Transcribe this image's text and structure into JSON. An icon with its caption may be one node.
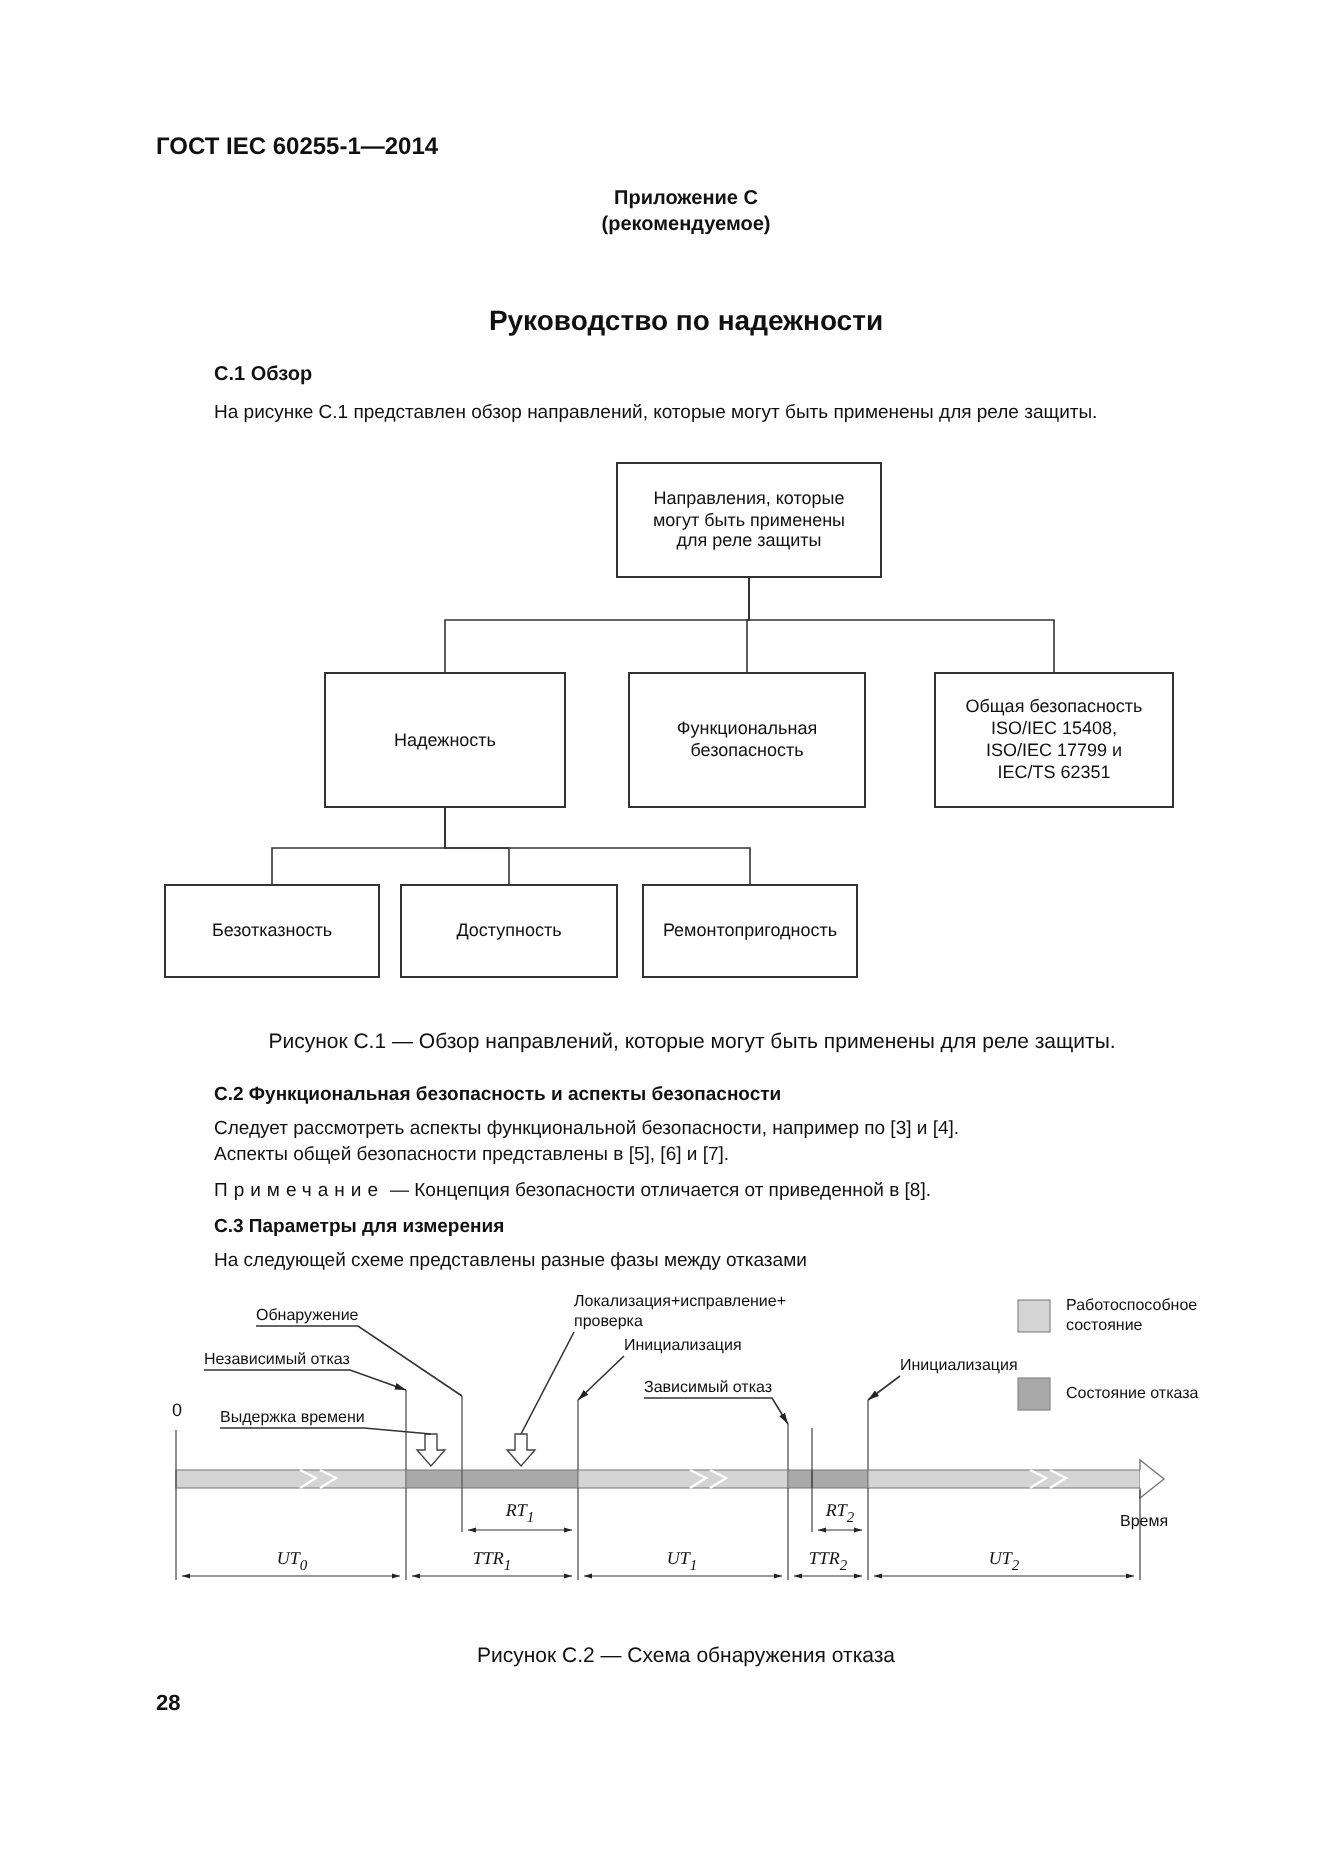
{
  "diagram": {
    "title": "Руководство по надежности",
    "nodes": [
      {
        "text": [
          "Направления, которые могут быть применены для реле защиты"
        ]
      },
      {
        "text": [
          "Надежность"
        ]
      },
      {
        "text": [
          "Функциональная безопасность"
        ]
      },
      {
        "text": [
          "Общая безопасность ISO/IEC 15408, ISO/IEC 17799 и IEC/TS 62351"
        ]
      },
      {
        "text": [
          "Безотказность"
        ]
      },
      {
        "text": [
          "Доступность"
        ]
      },
      {
        "text": [
          "Ремонтопригодность"
        ]
      },
      {
        "text": [
          "Обнаружение"
        ]
      },
      {
        "text": [
          "Независимый отказ"
        ]
      },
      {
        "text": [
          "Выдержка времени"
        ]
      },
      {
        "text": [
          "Локализация+исправление+ проверка"
        ]
      },
      {
        "text": [
          "Инициализация"
        ]
      },
      {
        "text": [
          "Зависимый отказ"
        ]
      },
      {
        "text": [
          "Инициализация"
        ]
      },
      {
        "text": [],
        "shape": "arrow"
      },
      {
        "text": [],
        "shape": "arrow"
      },
      {
        "text": [],
        "shape": "bar"
      },
      {
        "text": [],
        "shape": "bar"
      },
      {
        "text": [],
        "shape": "bar"
      },
      {
        "text": [],
        "shape": "bar"
      },
      {
        "text": [],
        "shape": "bar"
      }
    ],
    "edges": [
      {
        "from": 0,
        "to": 1,
        "arrow": "none"
      },
      {
        "from": 0,
        "to": 2,
        "arrow": "none"
      },
      {
        "from": 0,
        "to": 3,
        "arrow": "none"
      },
      {
        "from": 1,
        "to": 4,
        "arrow": "none"
      },
      {
        "from": 1,
        "to": 5,
        "arrow": "none"
      },
      {
        "from": 1,
        "to": 6,
        "arrow": "none"
      },
      {
        "from": 7,
        "to": 17,
        "arrow": "none"
      },
      {
        "from": 8,
        "to": 16,
        "arrow": "to"
      },
      {
        "from": 9,
        "to": 14,
        "arrow": "none"
      },
      {
        "from": 10,
        "to": 15,
        "arrow": "none"
      },
      {
        "from": 11,
        "to": 18,
        "arrow": "to"
      },
      {
        "from": 12,
        "to": 19,
        "arrow": "to"
      },
      {
        "from": 13,
        "to": 20,
        "arrow": "to"
      }
    ],
    "labels": [
      "ГОСТ IEC 60255-1—2014",
      "Приложение С",
      "(рекомендуемое)",
      "С.1 Обзор",
      "На рисунке С.1 представлен обзор направлений, которые могут быть применены для реле защиты.",
      "Рисунок С.1 — Обзор направлений, которые могут быть применены для реле защиты.",
      "С.2 Функциональная безопасность и аспекты безопасности",
      "Следует рассмотреть аспекты функциональной безопасности, например по [3] и [4].",
      "Аспекты общей безопасности представлены в [5], [6] и [7].",
      "Примечание",
      "— Концепция безопасности отличается от приведенной в [8].",
      "С.3 Параметры для измерения",
      "На следующей схеме представлены разные фазы между отказами",
      "0",
      "RT$_{1}$",
      "RT$_{2}$",
      "Время",
      "UT$_{0}$",
      "TTR$_{1}$",
      "UT$_{1}$",
      "TTR$_{2}$",
      "UT$_{2}$",
      "Рисунок С.2 — Схема обнаружения отказа",
      "28"
    ],
    "legend": [
      {
        "text": "Работоспособное состояние",
        "color": "#d4d4d4"
      },
      {
        "text": "Состояние отказа",
        "color": "#a9a9a9"
      }
    ]
  }
}
